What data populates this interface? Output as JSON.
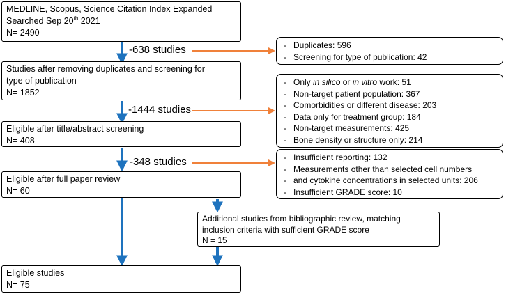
{
  "colors": {
    "down_arrow": "#1e73be",
    "side_arrow": "#f0813a",
    "box_border": "#000000"
  },
  "stages": [
    {
      "line1": "MEDLINE, Scopus, Science Citation Index Expanded",
      "line2_prefix": "Searched Sep 20",
      "line2_sup": "th",
      "line2_suffix": " 2021",
      "n": "N= 2490"
    },
    {
      "line1": "Studies after removing duplicates and screening for",
      "line2": "type of publication",
      "n": "N= 1852"
    },
    {
      "line1": "Eligible after title/abstract  screening",
      "n": "N= 408"
    },
    {
      "line1": "Eligible after full paper review",
      "n": "N= 60"
    },
    {
      "line1": "Eligible studies",
      "n": "N= 75"
    }
  ],
  "transitions": [
    {
      "label": "-638 studies"
    },
    {
      "label": "-1444 studies"
    },
    {
      "label": "-348 studies"
    }
  ],
  "exclusions": [
    {
      "items": [
        "Duplicates: 596",
        "Screening for type of publication: 42"
      ]
    },
    {
      "first_item_prefix": "Only ",
      "first_item_italic1": "in silico",
      "first_item_mid": " or ",
      "first_item_italic2": "in vitro",
      "first_item_suffix": " work: 51",
      "items": [
        "Non-target patient population: 367",
        "Comorbidities or different disease: 203",
        "Data only for treatment group: 184",
        "Non-target measurements: 425",
        "Bone density or structure only: 214"
      ]
    },
    {
      "items": [
        "Insufficient reporting: 132",
        "Measurements other than selected cell numbers",
        "and cytokine concentrations in selected units: 206",
        "Insufficient GRADE score: 10"
      ]
    }
  ],
  "additional": {
    "line1": "Additional studies from bibliographic  review, matching",
    "line2": "inclusion criteria with sufficient GRADE score",
    "n": "N = 15"
  }
}
